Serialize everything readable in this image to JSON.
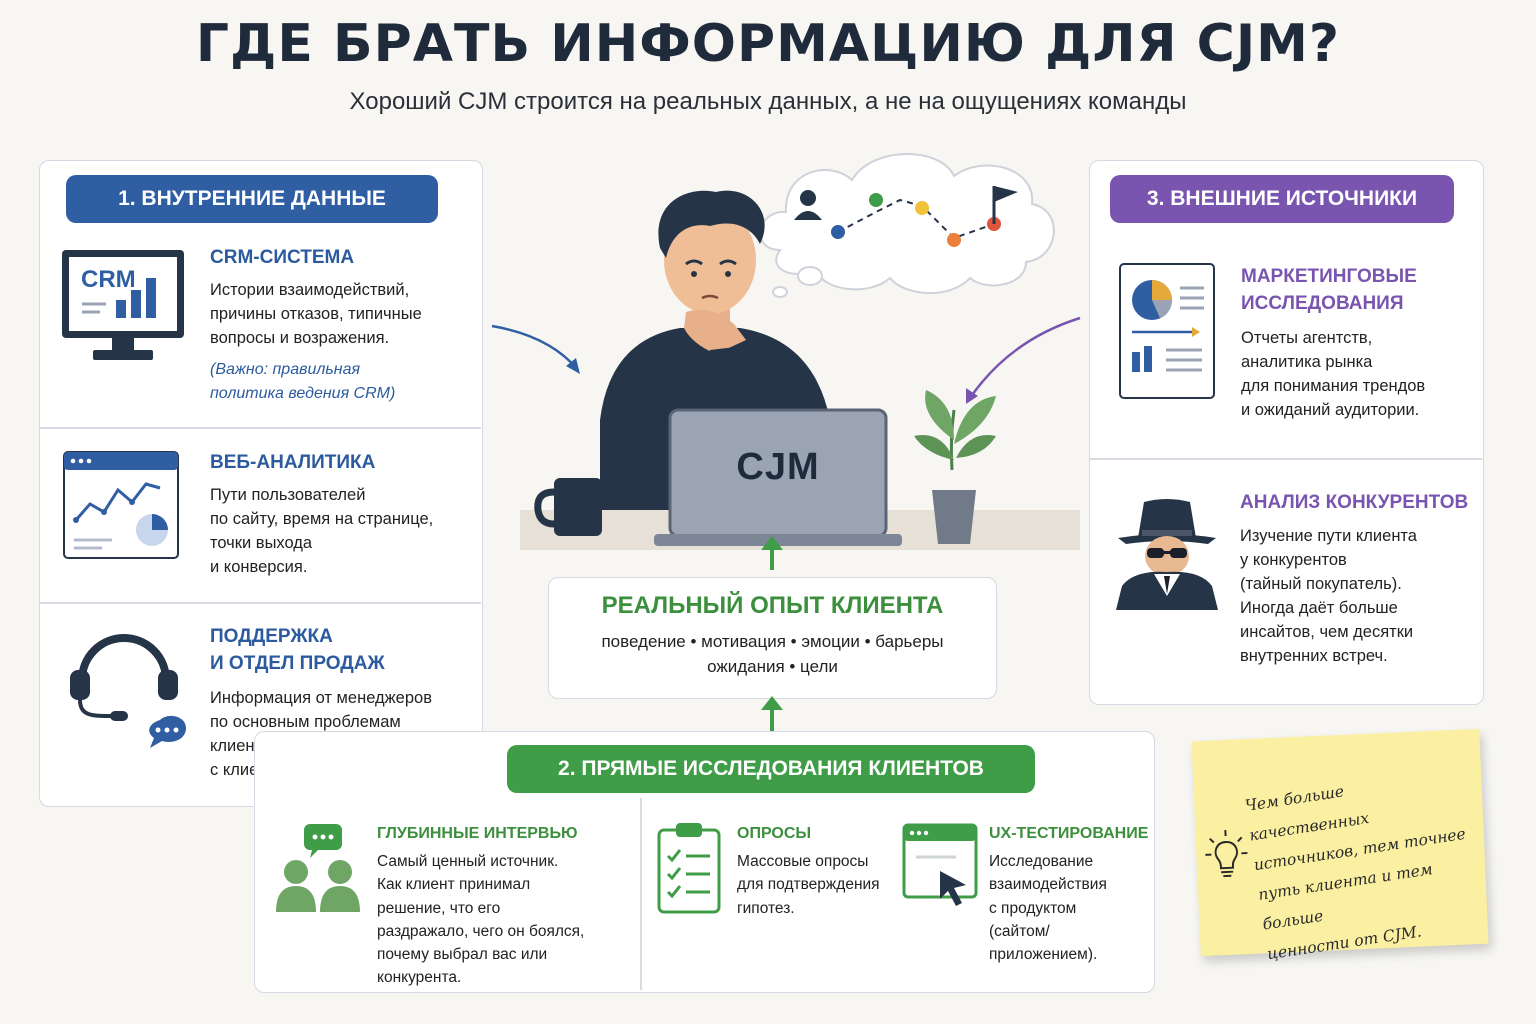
{
  "title": "ГДЕ БРАТЬ ИНФОРМАЦИЮ ДЛЯ CJM?",
  "subtitle": "Хороший CJM строится на реальных данных, а не на ощущениях команды",
  "colors": {
    "blue": "#2f5ea3",
    "green": "#3f9c47",
    "purple": "#7a55b0",
    "navy": "#263447"
  },
  "internal": {
    "header": "1. ВНУТРЕННИЕ ДАННЫЕ",
    "items": [
      {
        "icon": "crm-monitor-icon",
        "title": "CRM-СИСТЕМА",
        "icon_label": "CRM",
        "text": "Истории взаимодействий,\nпричины отказов, типичные\nвопросы и возражения.",
        "note": "(Важно: правильная\nполитика ведения CRM)"
      },
      {
        "icon": "web-analytics-icon",
        "title": "ВЕБ-АНАЛИТИКА",
        "text": "Пути пользователей\nпо сайту, время на странице,\nточки выхода\nи конверсия."
      },
      {
        "icon": "headset-icon",
        "title_line1": "ПОДДЕРЖКА",
        "title_line2": "И ОТДЕЛ ПРОДАЖ",
        "text": "Информация от менеджеров\nпо основным проблемам\nклиентов, анализ звонков\nс клиентами."
      }
    ]
  },
  "external": {
    "header": "3. ВНЕШНИЕ ИСТОЧНИКИ",
    "items": [
      {
        "icon": "report-icon",
        "title_line1": "МАРКЕТИНГОВЫЕ",
        "title_line2": "ИССЛЕДОВАНИЯ",
        "text": "Отчеты агентств,\nаналитика рынка\nдля понимания трендов\nи ожиданий аудитории."
      },
      {
        "icon": "spy-icon",
        "title": "АНАЛИЗ КОНКУРЕНТОВ",
        "text": "Изучение пути клиента\nу конкурентов\n(тайный покупатель).\nИногда даёт больше\nинсайтов, чем десятки\nвнутренних встреч."
      }
    ]
  },
  "center": {
    "laptop_label": "CJM",
    "experience_title": "РЕАЛЬНЫЙ ОПЫТ КЛИЕНТА",
    "experience_line1": "поведение • мотивация • эмоции • барьеры",
    "experience_line2": "ожидания • цели"
  },
  "direct": {
    "header": "2. ПРЯМЫЕ ИССЛЕДОВАНИЯ КЛИЕНТОВ",
    "items": [
      {
        "icon": "interview-icon",
        "title": "ГЛУБИННЫЕ ИНТЕРВЬЮ",
        "text": "Самый ценный источник.\nКак клиент принимал\nрешение, что его\nраздражало, чего он боялся,\nпочему выбрал вас или\nконкурента."
      },
      {
        "icon": "survey-icon",
        "title": "ОПРОСЫ",
        "text": "Массовые опросы\nдля подтверждения\nгипотез."
      },
      {
        "icon": "ux-test-icon",
        "title": "UX-ТЕСТИРОВАНИЕ",
        "text": "Исследование\nвзаимодействия\nс продуктом\n(сайтом/приложением)."
      }
    ]
  },
  "sticky": {
    "icon": "lightbulb-icon",
    "text": "Чем больше качественных\nисточников, тем точнее\nпуть клиента и тем больше\nценности от CJM."
  }
}
